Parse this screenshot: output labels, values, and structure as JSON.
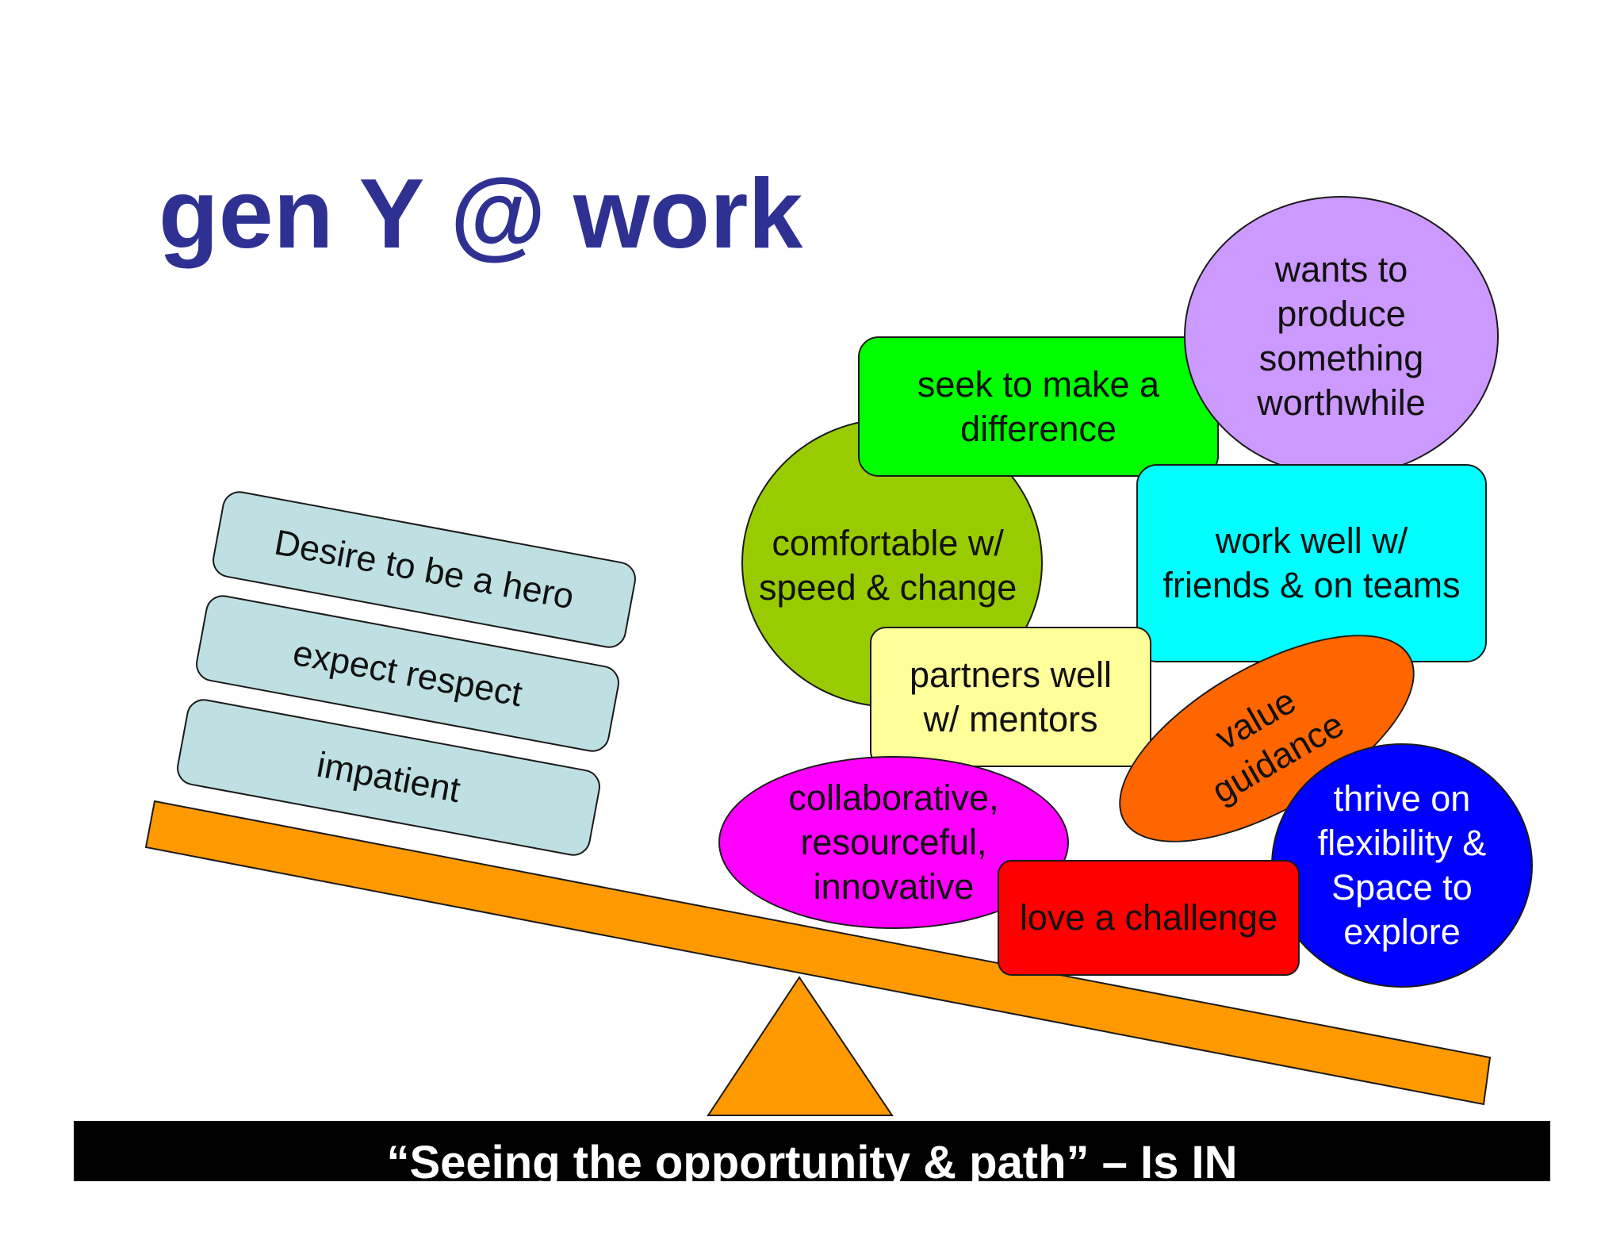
{
  "title": "gen Y @ work",
  "left_blocks": [
    {
      "label": "Desire to be a hero"
    },
    {
      "label": "expect respect"
    },
    {
      "label": "impatient"
    }
  ],
  "right_shapes": {
    "comfortable": {
      "label": "comfortable w/\nspeed & change",
      "color": "#99cc00"
    },
    "seek": {
      "label": "seek to make a\ndifference",
      "color": "#00ff00"
    },
    "wants": {
      "label": "wants to\nproduce\nsomething\nworthwhile",
      "color": "#cc99ff"
    },
    "work_well": {
      "label": "work well w/\nfriends &  on teams",
      "color": "#00ffff"
    },
    "partners": {
      "label": "partners well\nw/ mentors",
      "color": "#ffff99"
    },
    "value": {
      "label": "value\nguidance",
      "color": "#ff6600"
    },
    "collaborative": {
      "label": "collaborative,\nresourceful,\ninnovative",
      "color": "#ff00ff"
    },
    "challenge": {
      "label": "love a challenge",
      "color": "#ff0000"
    },
    "thrive": {
      "label": "thrive on\nflexibility &\nSpace to\nexplore",
      "color": "#0000ff"
    }
  },
  "seesaw": {
    "color": "#ff9900"
  },
  "footer": {
    "text": "“Seeing the opportunity & path” – Is IN"
  }
}
